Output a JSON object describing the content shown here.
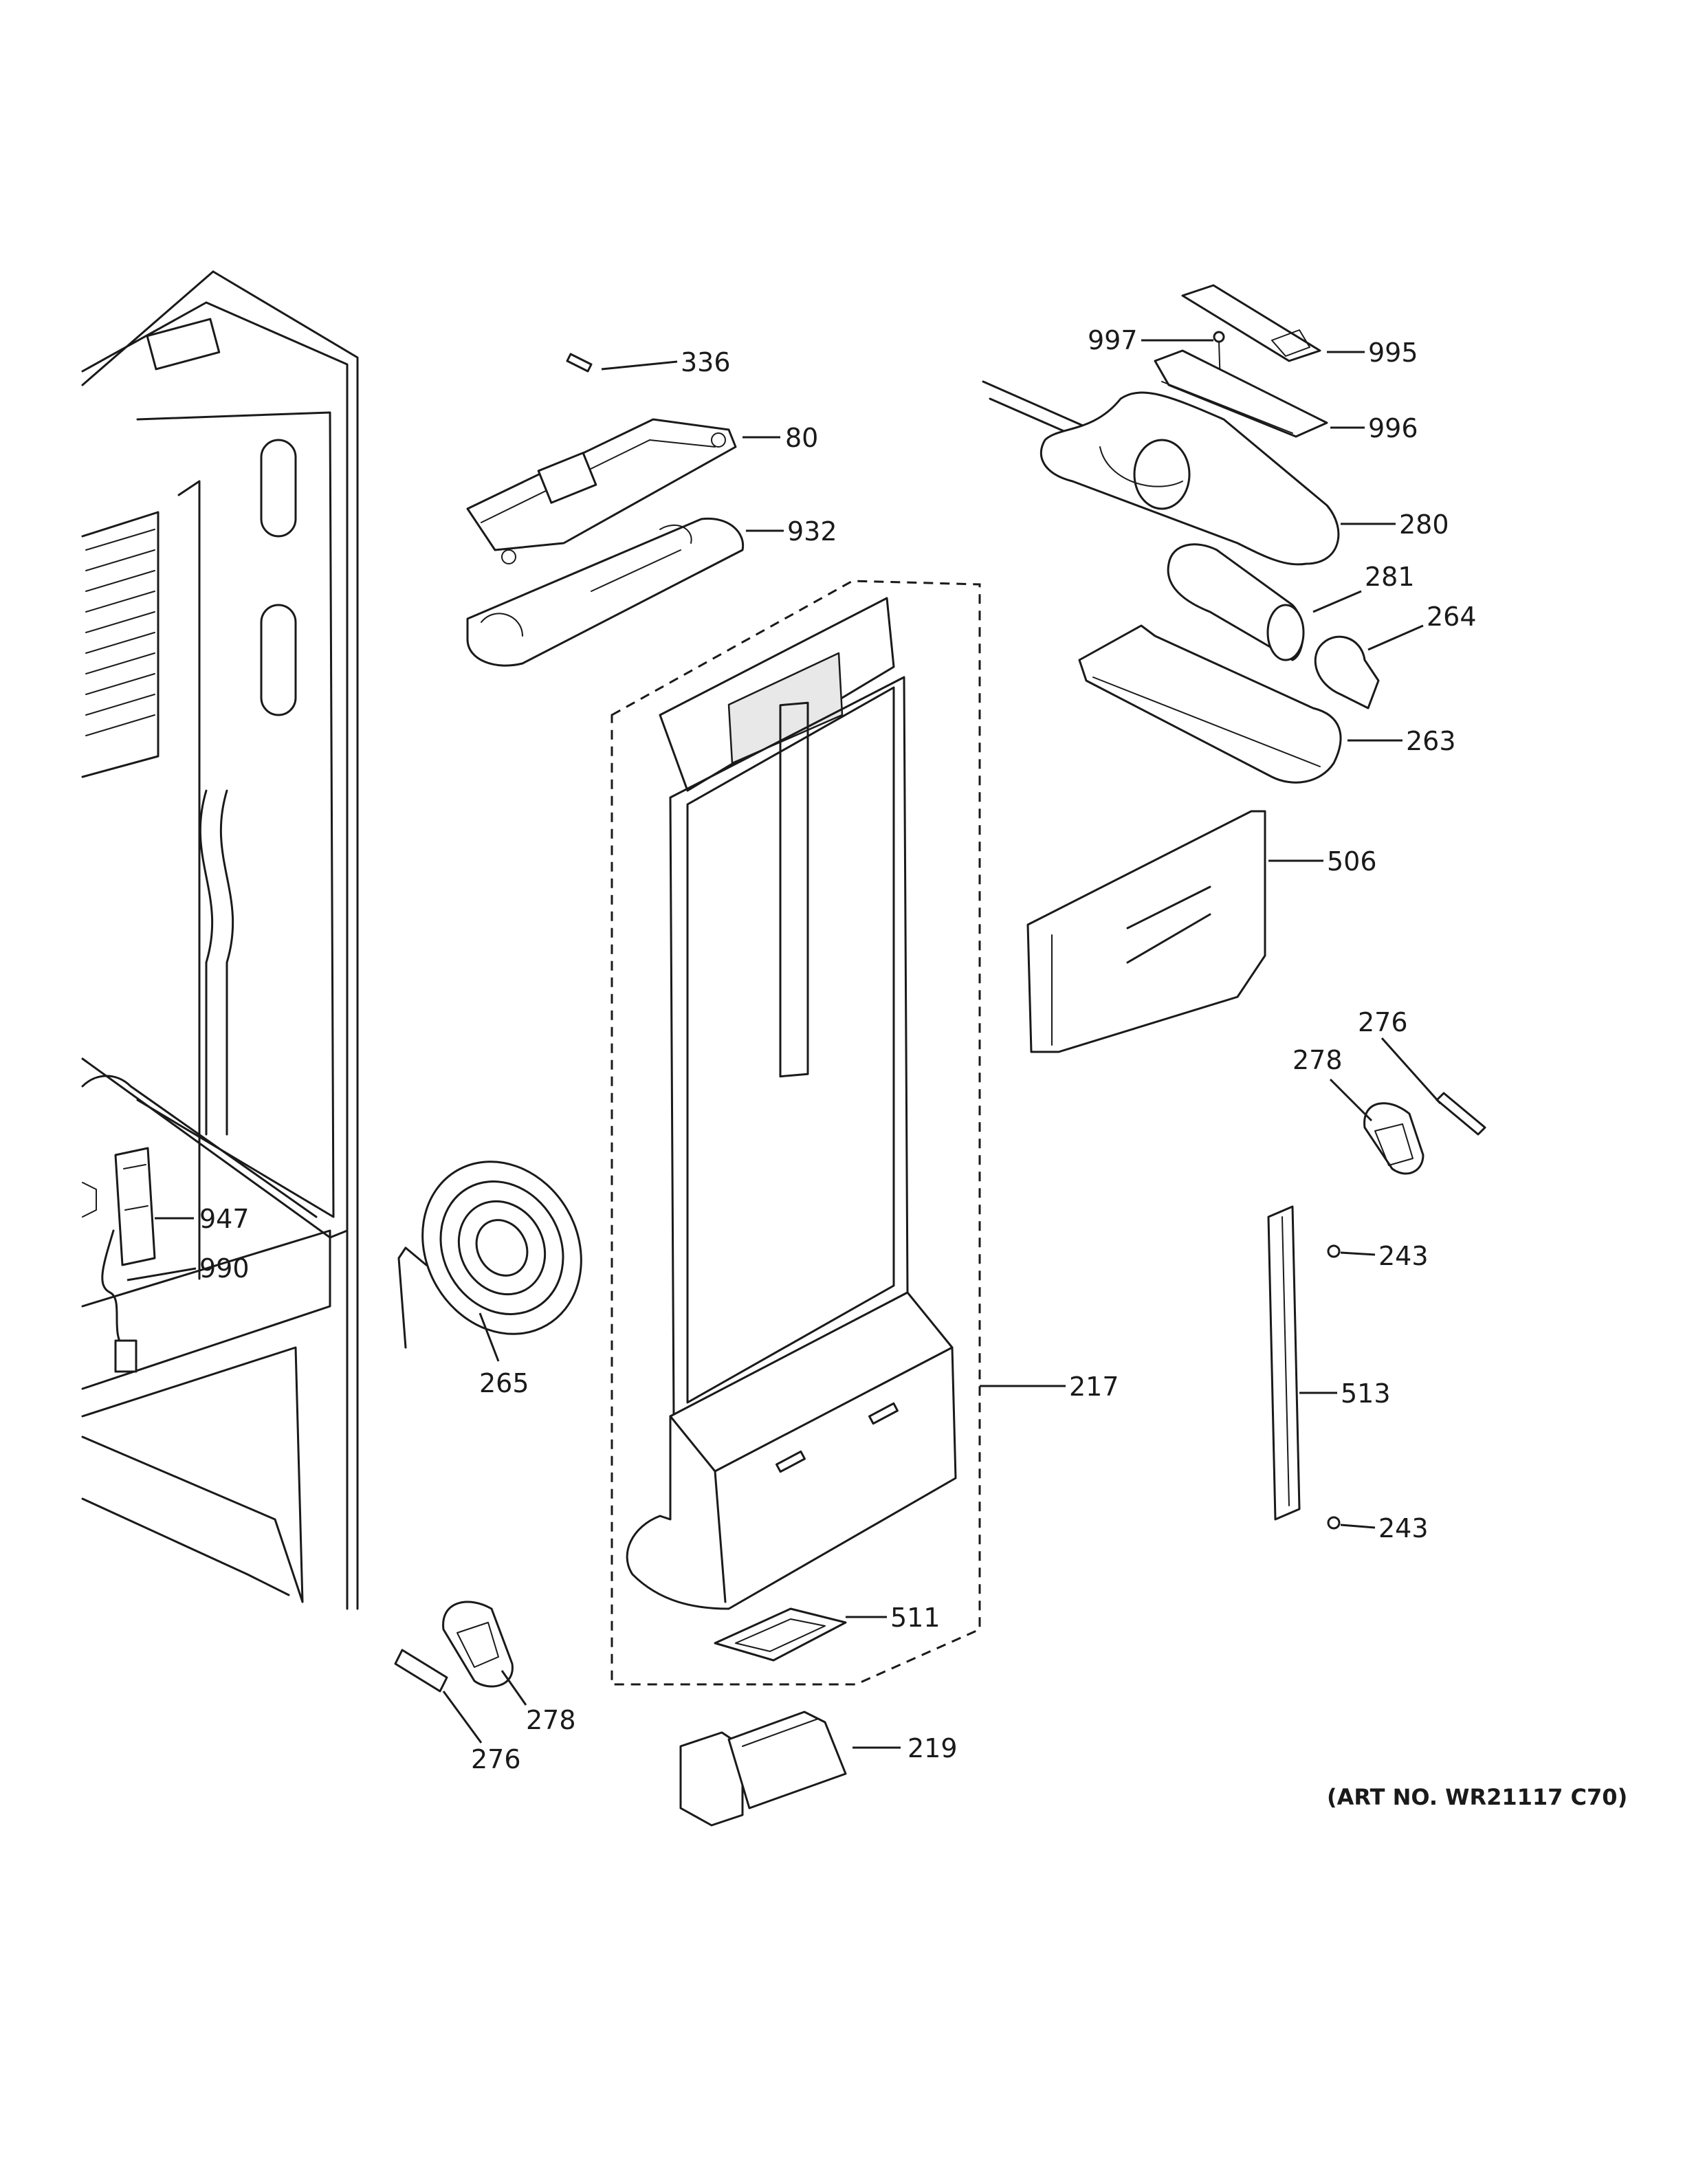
{
  "art_number": "(ART NO. WR21117 C70)",
  "callouts": {
    "c336": "336",
    "c80": "80",
    "c932": "932",
    "c997": "997",
    "c995": "995",
    "c996": "996",
    "c280": "280",
    "c281": "281",
    "c264": "264",
    "c263": "263",
    "c506": "506",
    "c276a": "276",
    "c278a": "278",
    "c243a": "243",
    "c513": "513",
    "c243b": "243",
    "c947": "947",
    "c990": "990",
    "c265": "265",
    "c217": "217",
    "c511": "511",
    "c278b": "278",
    "c276b": "276",
    "c219": "219"
  }
}
